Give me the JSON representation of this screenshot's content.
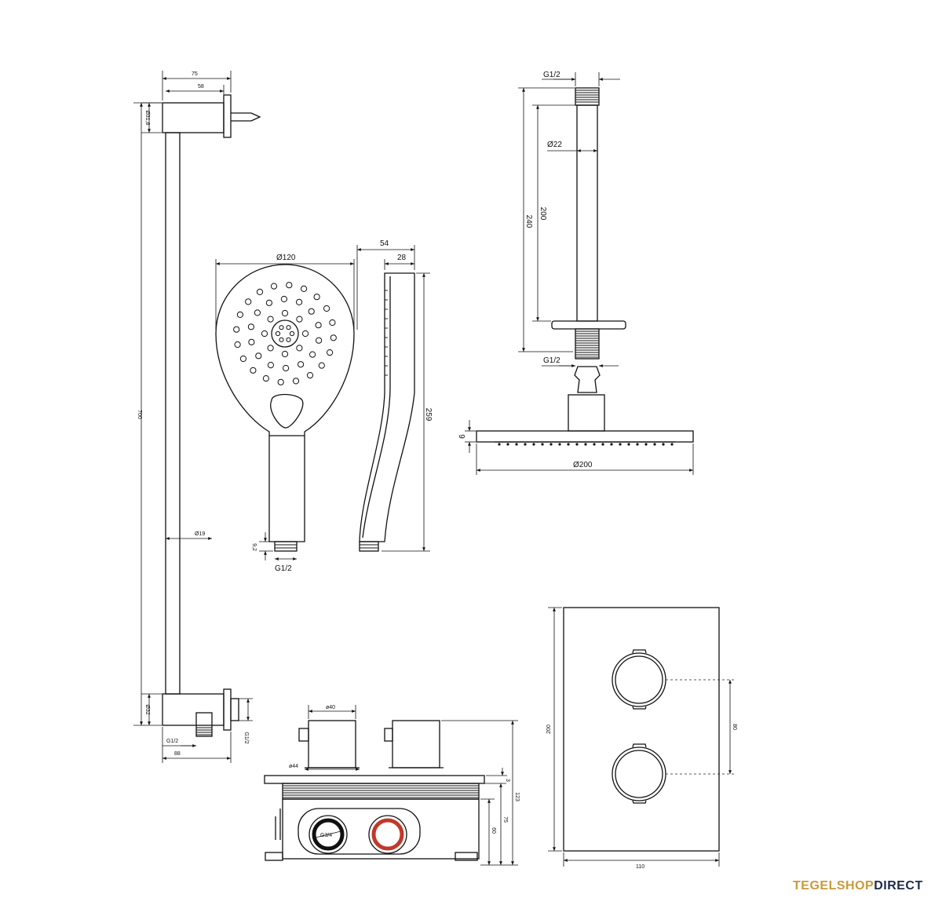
{
  "diagram": {
    "sliding_rail": {
      "width_total": "75",
      "width_arm": "58",
      "dia_top": "Ø31,8",
      "height": "700",
      "dia_rod": "Ø19",
      "dia_bottom": "Ø32",
      "connection_left": "G1/2",
      "connection_right": "G1/2",
      "width_bottom": "88"
    },
    "hand_shower": {
      "dia_head": "Ø120",
      "depth_total": "54",
      "depth_head": "28",
      "length": "259",
      "nipple": "9,2",
      "connection": "G1/2"
    },
    "ceiling_arm": {
      "connection_top": "G1/2",
      "dia_arm": "Ø22",
      "length_total": "240",
      "length_pipe": "200",
      "connection_bottom": "G1/2",
      "head_thickness": "9",
      "dia_head": "Ø200"
    },
    "thermostat_box": {
      "dia_knob": "ø40",
      "dia_rosette": "ø44",
      "connection": "G3/4",
      "height_total": "123",
      "height_box": "75",
      "height_inlet": "60",
      "plate_thickness": "3"
    },
    "cover_plate": {
      "height": "200",
      "knob_spacing": "80",
      "width": "110"
    }
  },
  "brand": {
    "part1": "TEGELSHOP",
    "part2": "DIRECT"
  },
  "colors": {
    "line": "#111111",
    "accent_red": "#c0392b",
    "brand_gold": "#c99a3c",
    "brand_navy": "#1d2b47"
  }
}
